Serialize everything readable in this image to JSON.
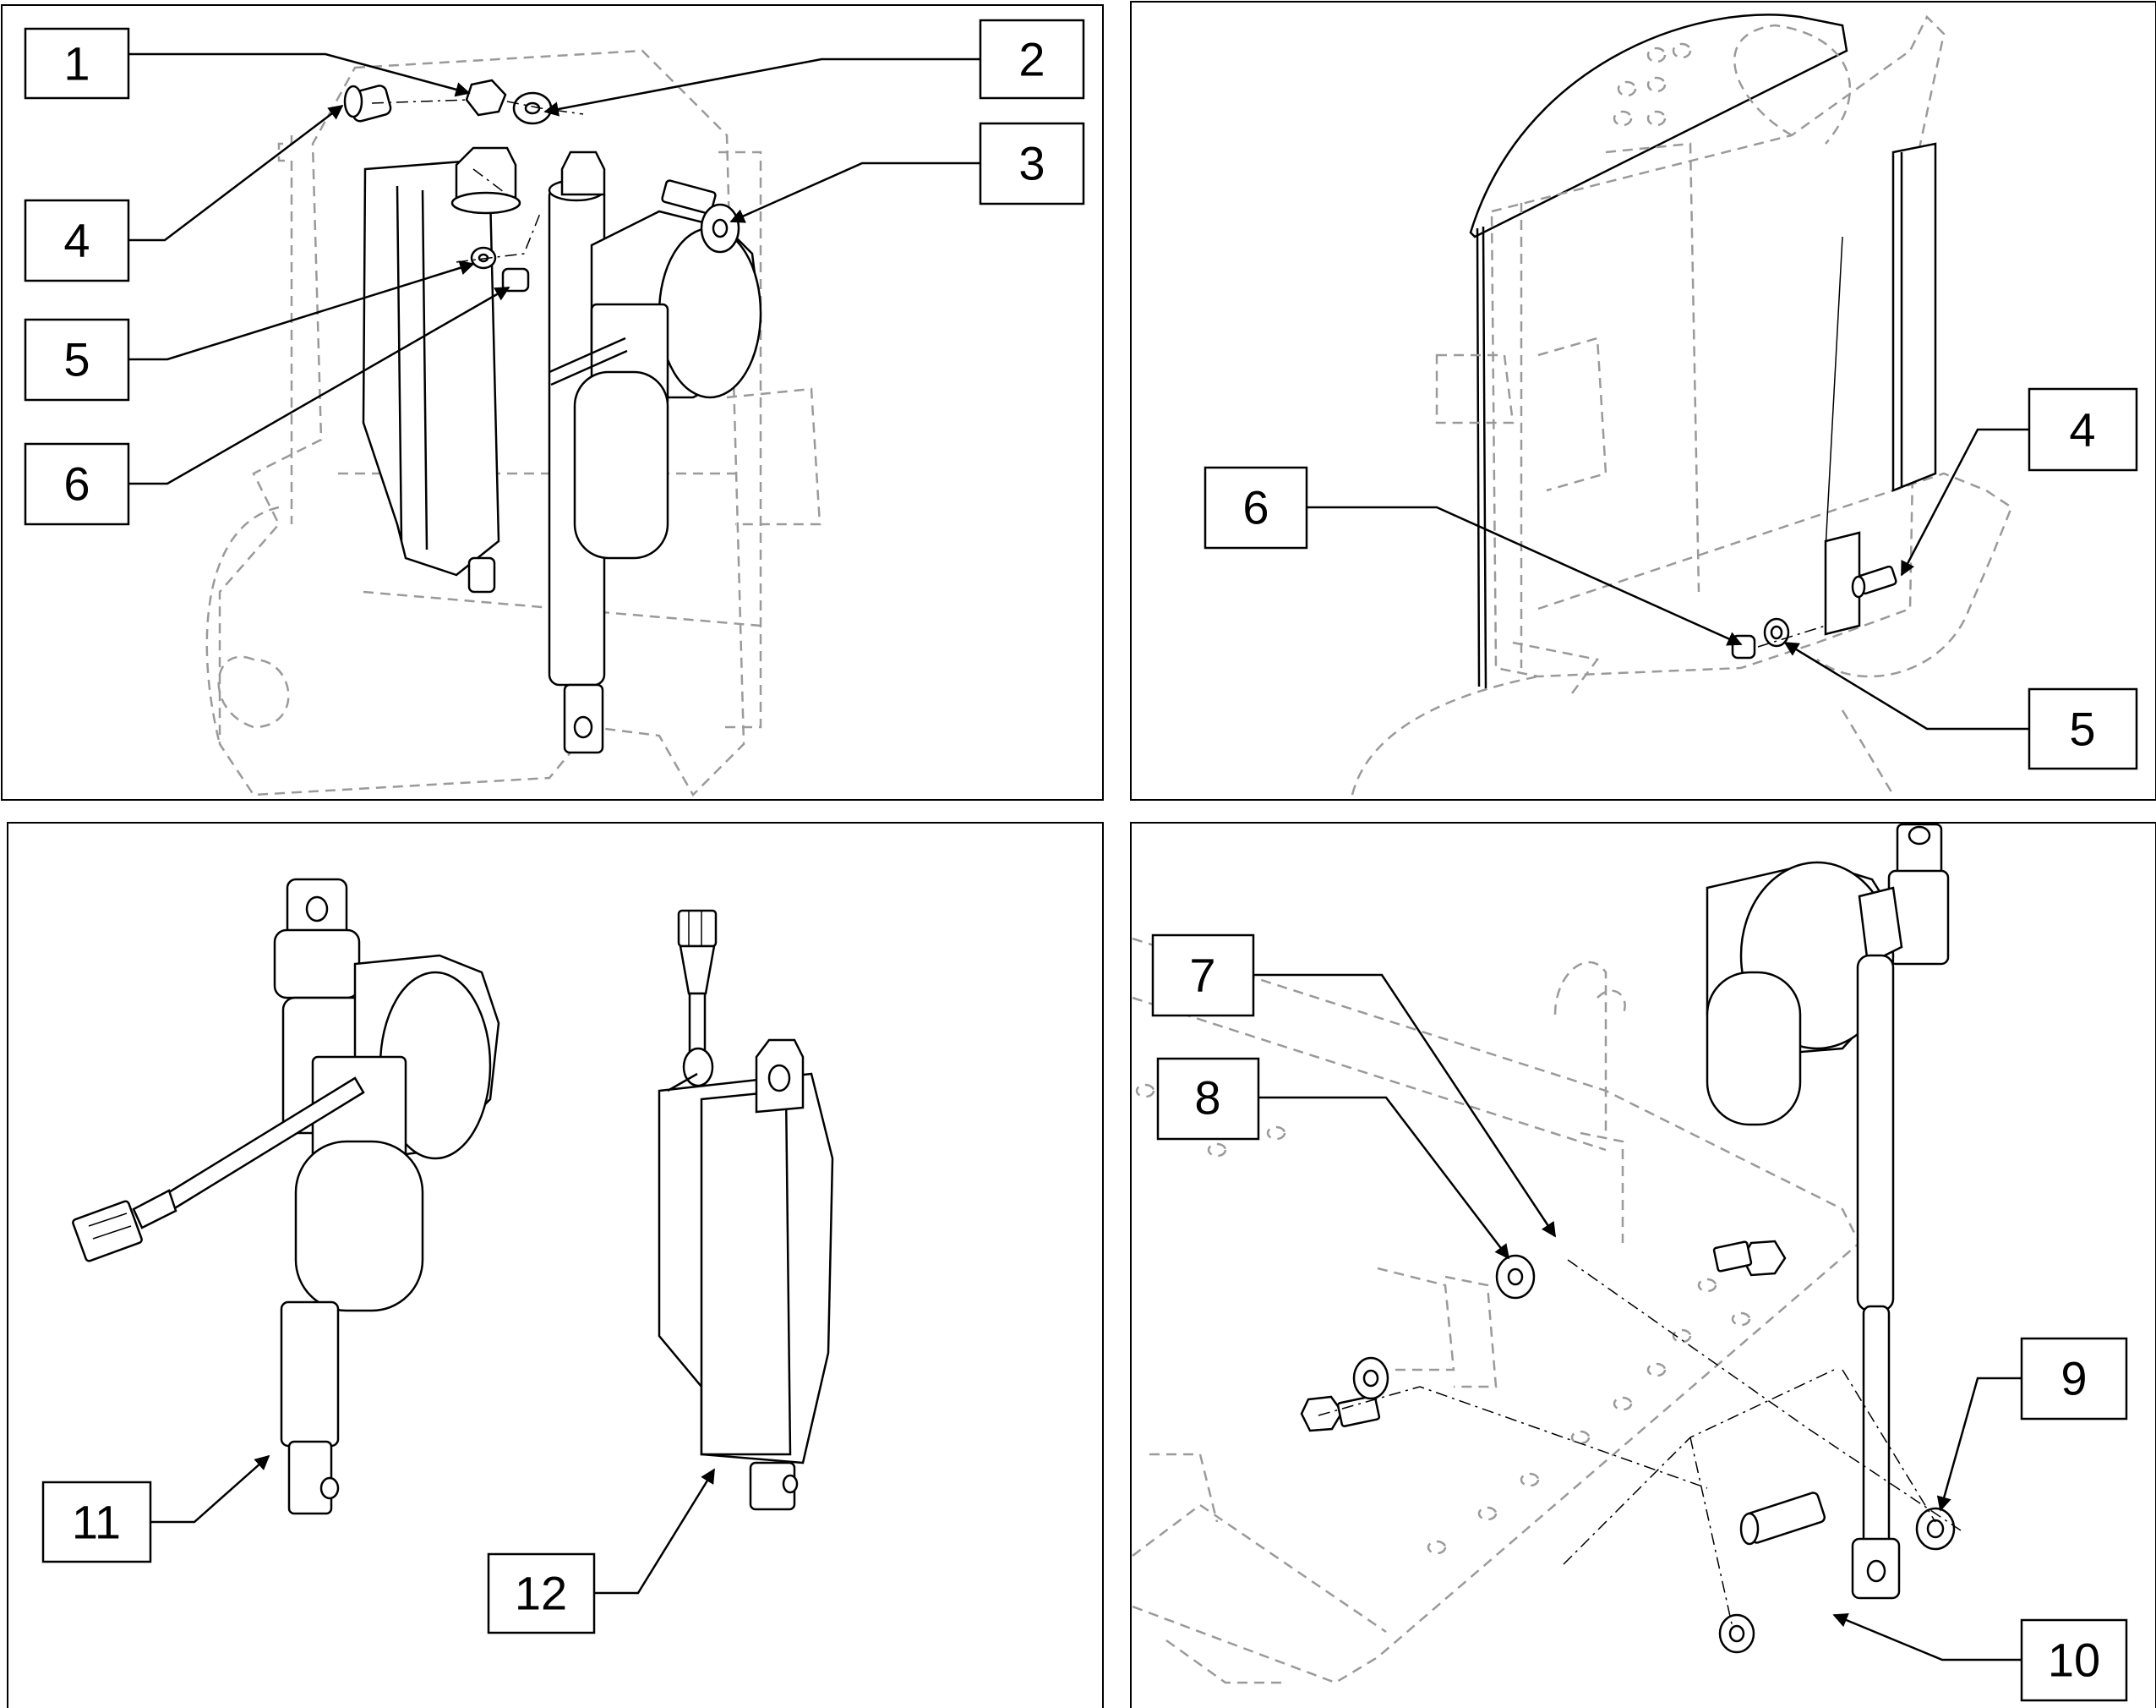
{
  "panels": [
    {
      "id": "top-left",
      "callouts": [
        {
          "label": "1"
        },
        {
          "label": "2"
        },
        {
          "label": "3"
        },
        {
          "label": "4"
        },
        {
          "label": "5"
        },
        {
          "label": "6"
        }
      ]
    },
    {
      "id": "top-right",
      "callouts": [
        {
          "label": "6"
        },
        {
          "label": "4"
        },
        {
          "label": "5"
        }
      ]
    },
    {
      "id": "bottom-left",
      "callouts": [
        {
          "label": "11"
        },
        {
          "label": "12"
        }
      ]
    },
    {
      "id": "bottom-right",
      "callouts": [
        {
          "label": "7"
        },
        {
          "label": "8"
        },
        {
          "label": "9"
        },
        {
          "label": "10"
        }
      ]
    }
  ]
}
